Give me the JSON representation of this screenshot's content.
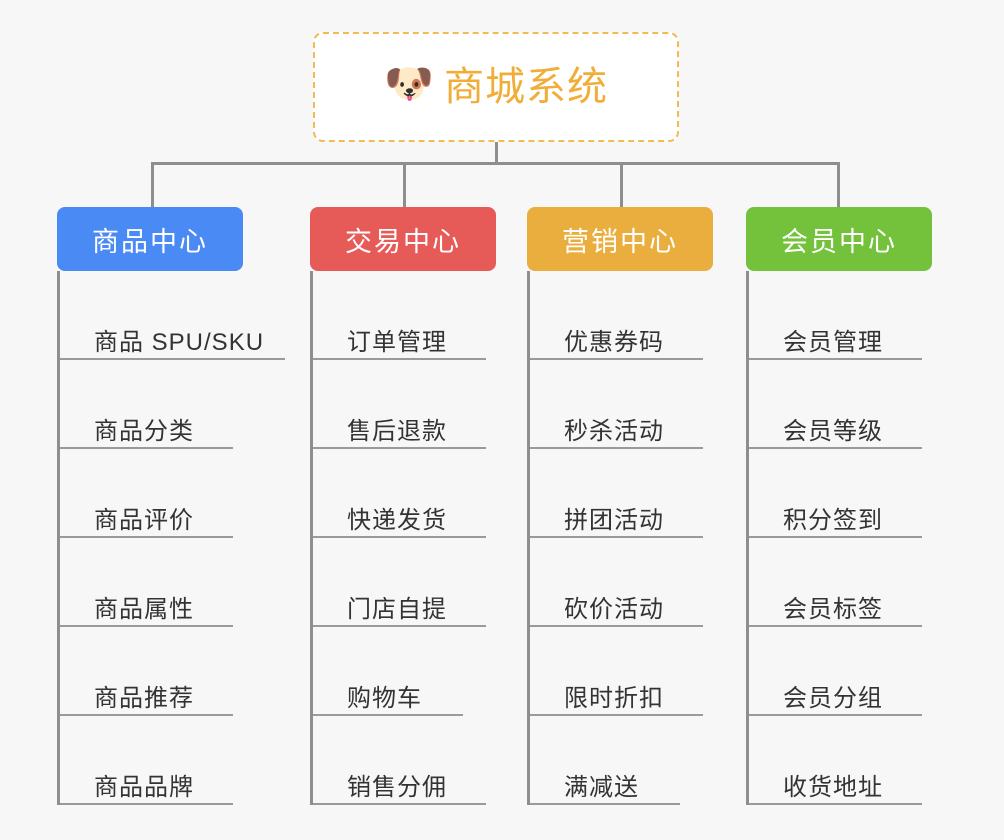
{
  "background_color": "#f7f7f7",
  "root": {
    "icon": "dog-face-emoji",
    "icon_glyph": "🐶",
    "label": "商城系统",
    "text_color": "#f0ae39",
    "border_color": "#f2bc52",
    "background": "#ffffff"
  },
  "connector_color": "#8e8e8e",
  "columns": [
    {
      "id": "product-center",
      "title": "商品中心",
      "color": "#4a8af4",
      "items": [
        "商品 SPU/SKU",
        "商品分类",
        "商品评价",
        "商品属性",
        "商品推荐",
        "商品品牌"
      ]
    },
    {
      "id": "trade-center",
      "title": "交易中心",
      "color": "#e65b58",
      "items": [
        "订单管理",
        "售后退款",
        "快递发货",
        "门店自提",
        "购物车",
        "销售分佣"
      ]
    },
    {
      "id": "marketing-center",
      "title": "营销中心",
      "color": "#eaae3e",
      "items": [
        "优惠券码",
        "秒杀活动",
        "拼团活动",
        "砍价活动",
        "限时折扣",
        "满减送"
      ]
    },
    {
      "id": "member-center",
      "title": "会员中心",
      "color": "#74c13c",
      "items": [
        "会员管理",
        "会员等级",
        "积分签到",
        "会员标签",
        "会员分组",
        "收货地址"
      ]
    }
  ]
}
